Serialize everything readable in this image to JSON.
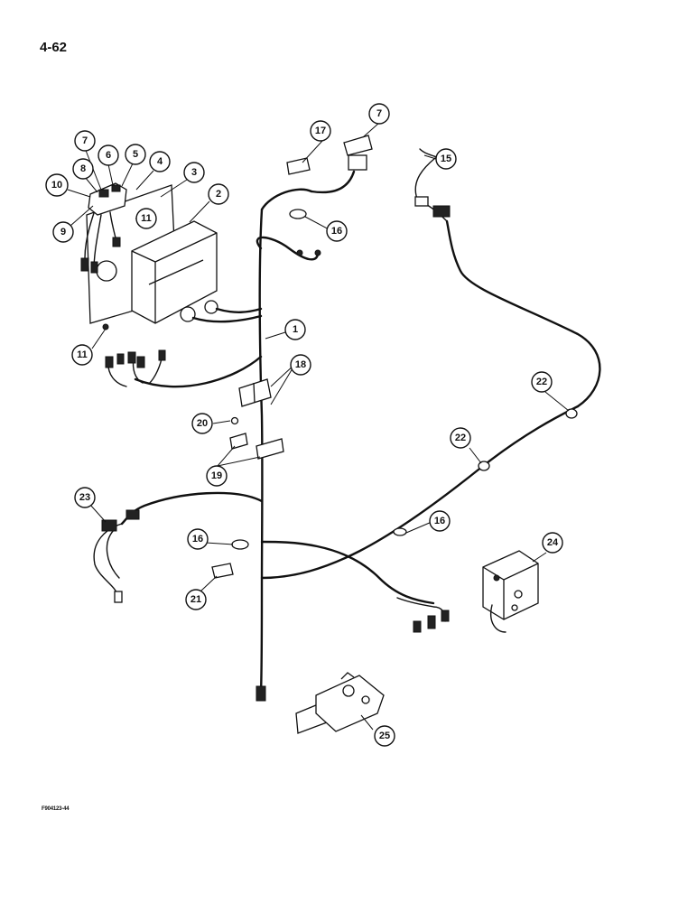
{
  "page": {
    "page_number": "4-62",
    "figure_code": "F904123-44"
  },
  "callouts": {
    "c1": "1",
    "c2": "2",
    "c3": "3",
    "c4": "4",
    "c5": "5",
    "c6": "6",
    "c7a": "7",
    "c7b": "7",
    "c8": "8",
    "c9": "9",
    "c10": "10",
    "c11a": "11",
    "c11b": "11",
    "c15": "15",
    "c16a": "16",
    "c16b": "16",
    "c16c": "16",
    "c17": "17",
    "c18": "18",
    "c19": "19",
    "c20": "20",
    "c21": "21",
    "c22a": "22",
    "c22b": "22",
    "c23": "23",
    "c24": "24",
    "c25": "25"
  }
}
